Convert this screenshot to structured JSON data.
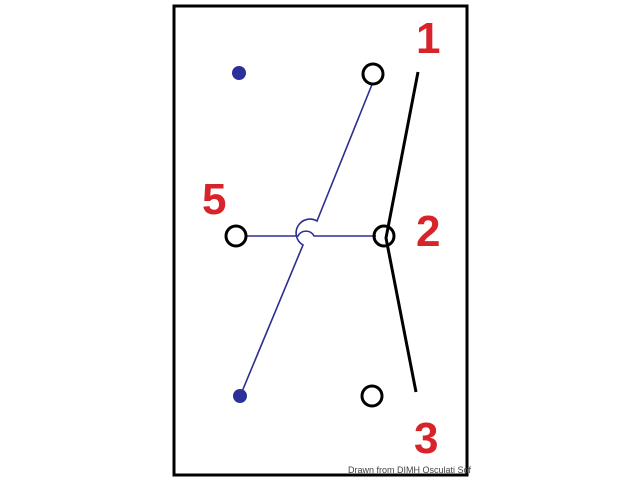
{
  "diagram": {
    "labels": [
      "1",
      "2",
      "3",
      "5"
    ],
    "credit": "Drawn from DIMH Osculati Sof",
    "colors": {
      "label": "#d9232a",
      "wire": "#2b2f8f",
      "switch": "#000000",
      "dot": "#2b2f9a",
      "frame": "#000000"
    }
  }
}
